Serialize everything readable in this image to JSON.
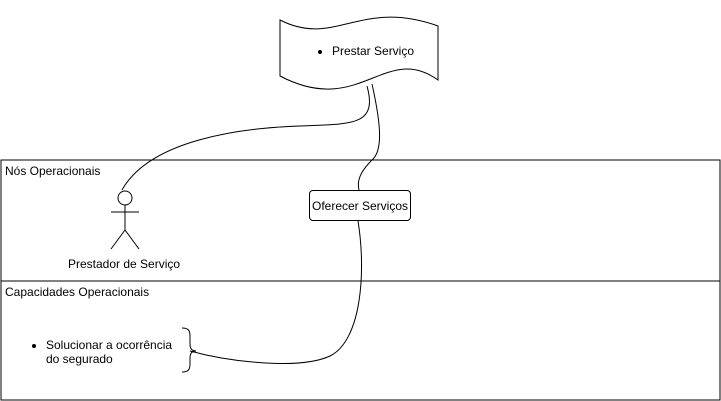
{
  "document": {
    "text": "Prestar Serviço"
  },
  "lanes": [
    {
      "title": "Nós Operacionais"
    },
    {
      "title": "Capacidades Operacionais"
    }
  ],
  "actor": {
    "label": "Prestador de Serviço"
  },
  "operational_node": {
    "label": "Oferecer Serviços"
  },
  "capability": {
    "text": "Solucionar a ocorrência\ndo segurado"
  }
}
